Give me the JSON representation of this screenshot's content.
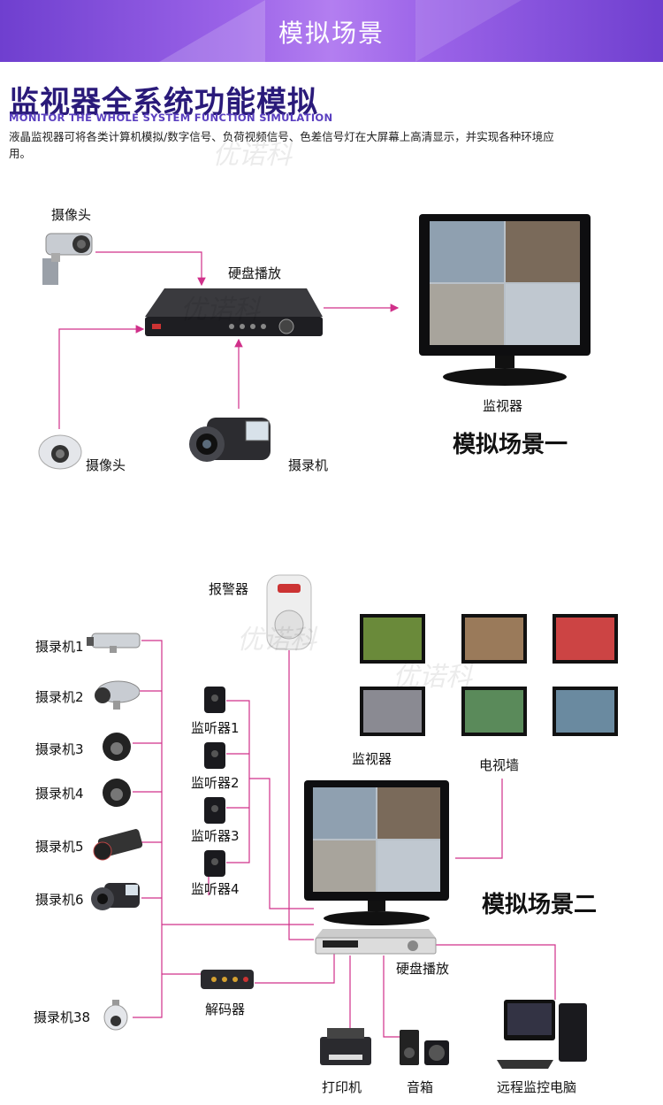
{
  "banner": {
    "title": "模拟场景"
  },
  "heading": {
    "title": "监视器全系统功能模拟",
    "subtitle": "MONITOR THE WHOLE SYSTEM FUNCTION SIMULATION",
    "description": "液晶监视器可将各类计算机模拟/数字信号、负荷视频信号、色差信号灯在大屏幕上高清显示，并实现各种环境应用。"
  },
  "scene1": {
    "title": "模拟场景一",
    "camera_top": "摄像头",
    "dvr": "硬盘播放",
    "camera_dome": "摄像头",
    "camcorder": "摄录机",
    "monitor": "监视器"
  },
  "scene2": {
    "title": "模拟场景二",
    "alarm": "报警器",
    "cameras": [
      "摄录机1",
      "摄录机2",
      "摄录机3",
      "摄录机4",
      "摄录机5",
      "摄录机6",
      "摄录机38"
    ],
    "listeners": [
      "监听器1",
      "监听器2",
      "监听器3",
      "监听器4"
    ],
    "monitor": "监视器",
    "tv_wall": "电视墙",
    "dvr": "硬盘播放",
    "decoder": "解码器",
    "printer": "打印机",
    "speaker": "音箱",
    "remote_pc": "远程监控电脑"
  },
  "watermark": "优诺科",
  "colors": {
    "banner": "#8a52e0",
    "line": "#d0308a",
    "heading": "#2a1a7a"
  }
}
